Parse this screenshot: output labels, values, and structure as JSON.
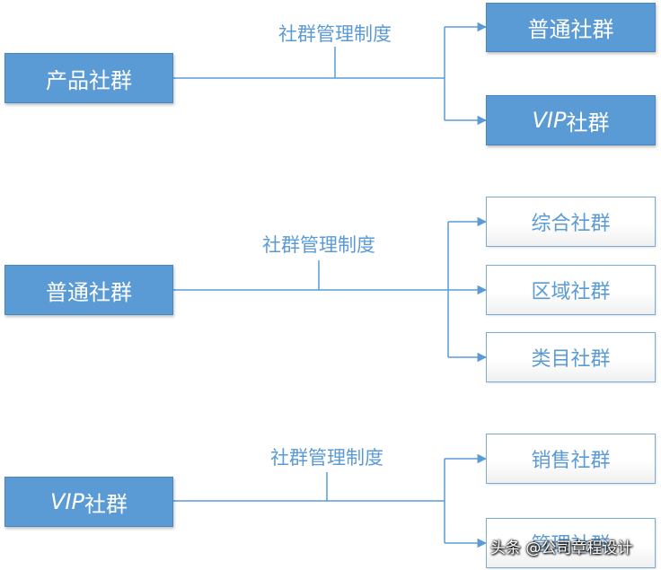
{
  "colors": {
    "accent": "#5b9bd5",
    "accent_dark": "#4a86bd",
    "outline_border": "#7aaad8"
  },
  "groups": [
    {
      "source": {
        "text": "产品社群",
        "italic_prefix": ""
      },
      "policy_label": "社群管理制度",
      "targets": [
        {
          "text": "普通社群",
          "italic_prefix": ""
        },
        {
          "text": "社群",
          "italic_prefix": "VIP"
        }
      ]
    },
    {
      "source": {
        "text": "普通社群",
        "italic_prefix": ""
      },
      "policy_label": "社群管理制度",
      "targets": [
        {
          "text": "综合社群",
          "italic_prefix": ""
        },
        {
          "text": "区域社群",
          "italic_prefix": ""
        },
        {
          "text": "类目社群",
          "italic_prefix": ""
        }
      ]
    },
    {
      "source": {
        "text": "社群",
        "italic_prefix": "VIP"
      },
      "policy_label": "社群管理制度",
      "targets": [
        {
          "text": "销售社群",
          "italic_prefix": ""
        },
        {
          "text": "管理社群",
          "italic_prefix": ""
        }
      ]
    }
  ],
  "watermark": "头条 @公司章程设计"
}
